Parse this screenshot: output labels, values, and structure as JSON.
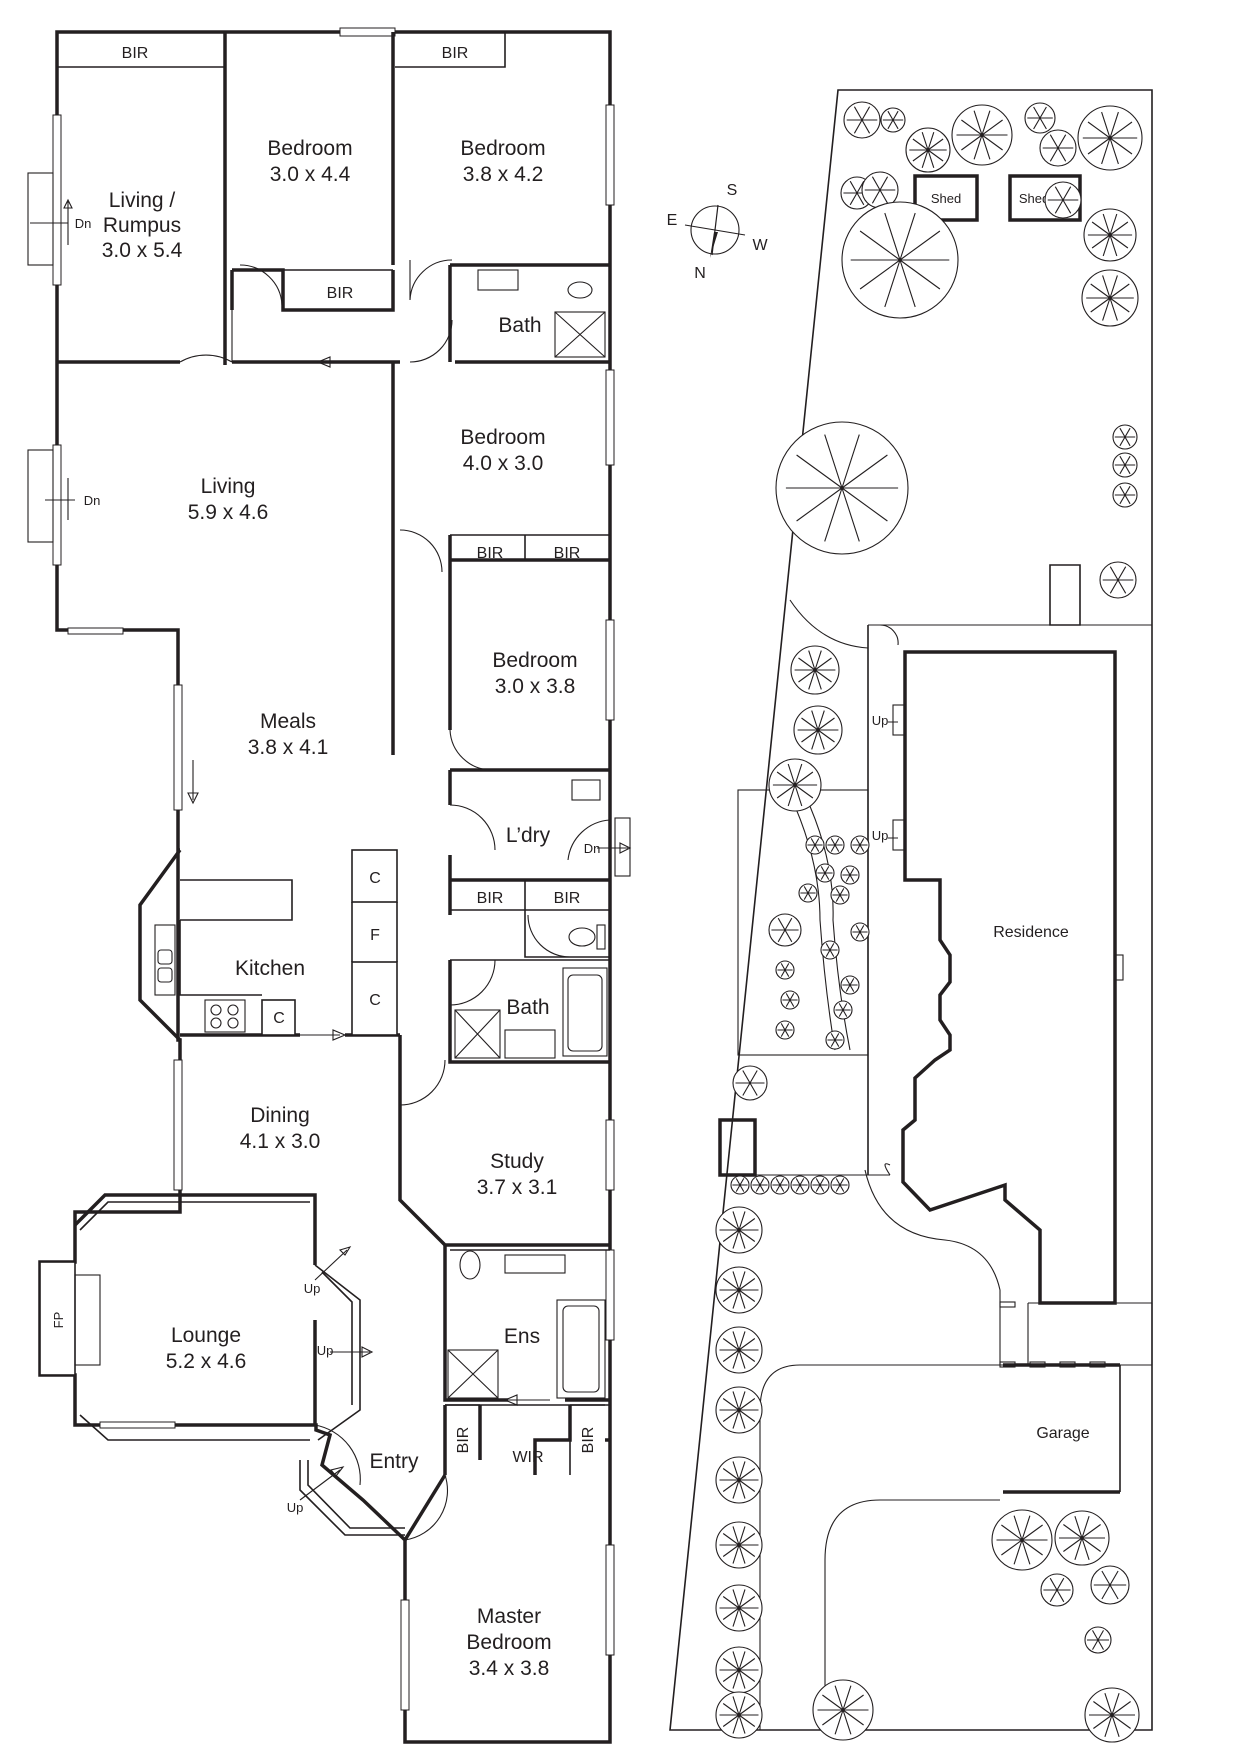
{
  "rooms": {
    "living_rumpus": {
      "name_1": "Living /",
      "name_2": "Rumpus",
      "dims": "3.0 x 5.4"
    },
    "bedroom_a": {
      "name": "Bedroom",
      "dims": "3.0 x 4.4"
    },
    "bedroom_b": {
      "name": "Bedroom",
      "dims": "3.8 x 4.2"
    },
    "bath_top": {
      "name": "Bath"
    },
    "living": {
      "name": "Living",
      "dims": "5.9 x 4.6"
    },
    "bedroom_c": {
      "name": "Bedroom",
      "dims": "4.0 x 3.0"
    },
    "bedroom_d": {
      "name": "Bedroom",
      "dims": "3.0 x 3.8"
    },
    "meals": {
      "name": "Meals",
      "dims": "3.8 x 4.1"
    },
    "laundry": {
      "name": "L’dry"
    },
    "kitchen": {
      "name": "Kitchen"
    },
    "bath_mid": {
      "name": "Bath"
    },
    "dining": {
      "name": "Dining",
      "dims": "4.1 x 3.0"
    },
    "study": {
      "name": "Study",
      "dims": "3.7 x 3.1"
    },
    "lounge": {
      "name": "Lounge",
      "dims": "5.2 x 4.6"
    },
    "ensuite": {
      "name": "Ens"
    },
    "wir": {
      "name": "WIR"
    },
    "entry": {
      "name": "Entry"
    },
    "master": {
      "name_1": "Master",
      "name_2": "Bedroom",
      "dims": "3.4 x 3.8"
    }
  },
  "labels": {
    "bir": "BIR",
    "cupboard": "C",
    "fridge": "F",
    "fireplace": "FP",
    "down": "Dn",
    "up": "Up"
  },
  "site": {
    "residence": "Residence",
    "garage": "Garage",
    "shed": "Shed"
  },
  "compass": {
    "n": "N",
    "s": "S",
    "e": "E",
    "w": "W"
  }
}
